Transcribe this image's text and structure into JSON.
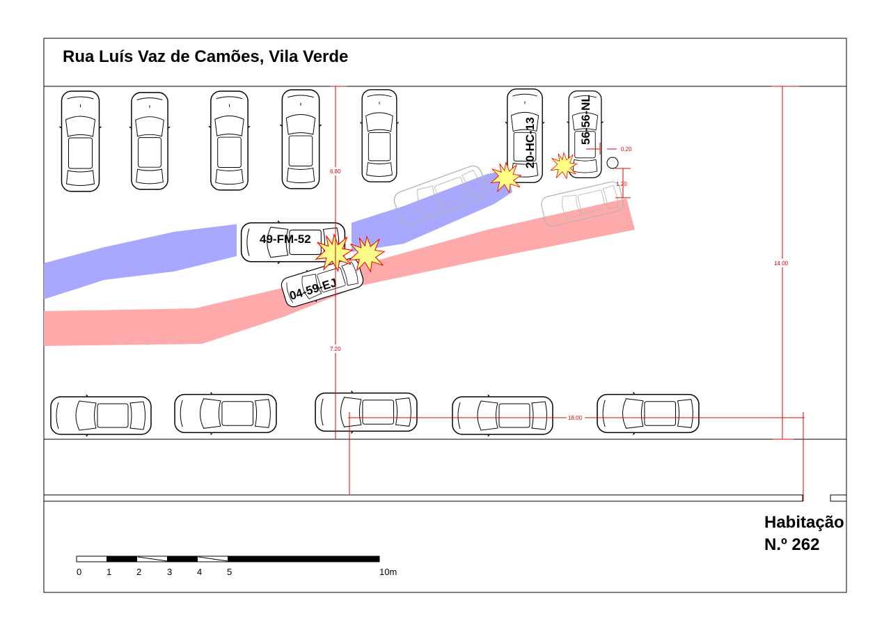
{
  "title": "Rua Luís Vaz de Camões, Vila Verde",
  "house": {
    "line1": "Habitação",
    "line2": "N.º 262"
  },
  "scale": {
    "ticks": [
      "0",
      "1",
      "2",
      "3",
      "4",
      "5",
      "10m"
    ]
  },
  "dimensions": {
    "d680": "6.80",
    "d720": "7.20",
    "d1400": "14.00",
    "d1800": "18.00",
    "d020": "0.20",
    "d120": "1.20"
  },
  "vehicles": {
    "a": {
      "plate": "49-FM-52"
    },
    "b": {
      "plate": "04-59-EJ"
    },
    "c": {
      "plate": "20-HC-13"
    },
    "d": {
      "plate": "56-56-NL"
    }
  },
  "colors": {
    "path_blue": "#a8a8ff",
    "path_red": "#ffaaaa",
    "dimension_red": "#e00000",
    "impact_fill": "#ffff88",
    "impact_stroke": "#ff0000"
  }
}
